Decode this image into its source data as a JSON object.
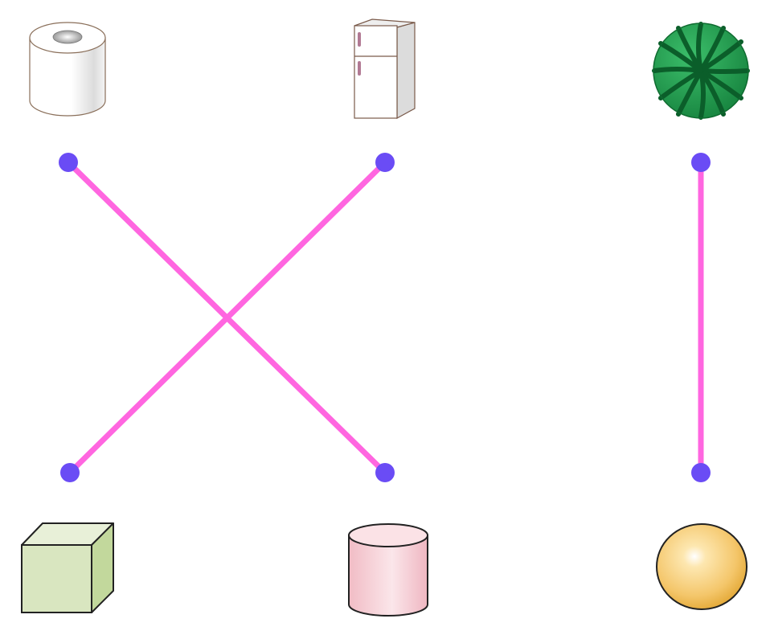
{
  "items_top": [
    {
      "id": "toilet-paper",
      "icon": "toilet-paper-roll-icon"
    },
    {
      "id": "refrigerator",
      "icon": "refrigerator-icon"
    },
    {
      "id": "watermelon",
      "icon": "watermelon-icon"
    }
  ],
  "items_bottom": [
    {
      "id": "cylinder",
      "icon": "cylinder-icon"
    },
    {
      "id": "cube",
      "icon": "cube-icon"
    },
    {
      "id": "sphere",
      "icon": "sphere-icon"
    }
  ],
  "matches": [
    {
      "from": "toilet-paper",
      "to": "cylinder"
    },
    {
      "from": "refrigerator",
      "to": "cube"
    },
    {
      "from": "watermelon",
      "to": "sphere"
    }
  ],
  "colors": {
    "line": "#ff66e0",
    "dot": "#6a4cf5",
    "cube_front": "#d9e6c0",
    "cube_top": "#e8f0d8",
    "cube_side": "#c2d89c",
    "cylinder": "#f3c7cf",
    "sphere": "#f4c66a",
    "watermelon": "#1e9a4c",
    "watermelon_stripe": "#0b5e2a"
  }
}
